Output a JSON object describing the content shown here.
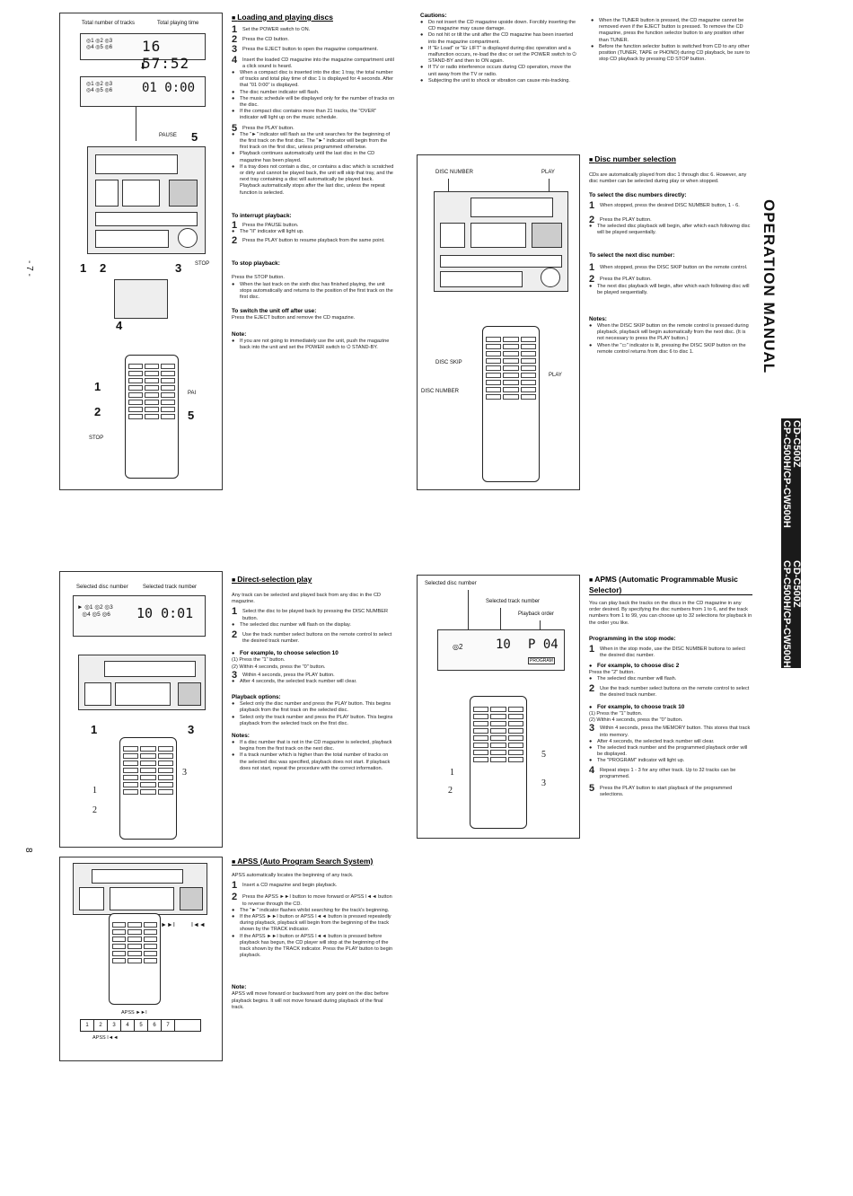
{
  "page_numbers": {
    "top": "- 7 -",
    "bottom": "8"
  },
  "side": {
    "operation_manual": "OPERATION MANUAL",
    "model_top": "CD-C500Z\nCP-C500H/CP-CW500H",
    "model_bottom": "CD-C500Z\nCP-C500H/CP-CW500H"
  },
  "fig1": {
    "total_tracks": "Total number of tracks",
    "total_time": "Total playing time",
    "pause": "PAUSE",
    "five": "5",
    "one": "1",
    "two": "2",
    "three": "3",
    "four": "4",
    "stop": "STOP",
    "r1": "1",
    "r2": "2",
    "r5": "5",
    "rpa": "PAI",
    "rstop": "STOP",
    "lcd1": "16 57:52",
    "lcd2": "01 0:00"
  },
  "loading": {
    "title": "Loading and playing discs",
    "steps": [
      {
        "n": "1",
        "t": "Set the POWER switch to ON."
      },
      {
        "n": "2",
        "t": "Press the CD button."
      },
      {
        "n": "3",
        "t": "Press the EJECT button to open the magazine compartment."
      },
      {
        "n": "4",
        "t": "Insert the loaded CD magazine into the magazine compartment until a click sound is heard."
      }
    ],
    "bullets4": [
      "When a compact disc is inserted into the disc 1 tray, the total number of tracks and total play time of disc 1 is displayed for 4 seconds. After that \"01 0:00\" is displayed.",
      "The disc number indicator will flash.",
      "The music schedule will be displayed only for the number of tracks on the disc.",
      "If the compact disc contains more than 21 tracks, the \"OVER\" indicator will light up on the music schedule."
    ],
    "step5": {
      "n": "5",
      "t": "Press the PLAY button."
    },
    "bullets5": [
      "The \"►\" indicator will flash as the unit searches for the beginning of the first track on the first disc. The \"►\" indicator will begin from the first track on the first disc, unless programmed otherwise.",
      "Playback continues automatically until the last disc in the CD magazine has been played.",
      "If a tray does not contain a disc, or contains a disc which is scratched or dirty and cannot be played back, the unit will skip that tray, and the next tray containing a disc will automatically be played back. Playback automatically stops after the last disc, unless the repeat function is selected."
    ],
    "interrupt": {
      "title": "To interrupt playback:",
      "s1": "1",
      "t1": "Press the PAUSE button.",
      "b1": "The \"II\" indicator will light up.",
      "s2": "2",
      "t2": "Press the PLAY button to resume playback from the same point."
    },
    "stop": {
      "title": "To stop playback:",
      "t": "Press the STOP button.",
      "b": "When the last track on the sixth disc has finished playing, the unit stops automatically and returns to the position of the first track on the first disc."
    },
    "switchoff": {
      "title": "To switch the unit off after use:",
      "t": "Press the EJECT button and remove the CD magazine."
    },
    "note": {
      "title": "Note:",
      "b": "If you are not going to immediately use the unit, push the magazine back into the unit and set the POWER switch to ⏻ STAND-BY."
    }
  },
  "cautions": {
    "title": "Cautions:",
    "items": [
      "Do not insert the CD magazine upside down. Forcibly inserting the CD magazine may cause damage.",
      "Do not hit or tilt the unit after the CD magazine has been inserted into the magazine compartment.",
      "If \"Er Load\" or \"Er LIFT\" is displayed during disc operation and a malfunction occurs, re-load the disc or set the POWER switch to ⏻ STAND-BY and then to ON again.",
      "If TV or radio interference occurs during CD operation, move the unit away from the TV or radio.",
      "Subjecting the unit to shock or vibration can cause mis-tracking."
    ],
    "right": [
      "When the TUNER button is pressed, the CD magazine cannot be removed even if the EJECT button is pressed. To remove the CD magazine, press the function selector button to any position other than TUNER.",
      "Before the function selector button is switched from CD to any other position (TUNER, TAPE or PHONO) during CD playback, be sure to stop CD playback by pressing CD STOP button."
    ]
  },
  "fig2": {
    "disc_number": "DISC NUMBER",
    "play": "PLAY",
    "disc_skip": "DISC SKIP",
    "play2": "PLAY",
    "disc_number2": "DISC NUMBER"
  },
  "discsel": {
    "title": "Disc number selection",
    "intro": "CDs are automatically played from disc 1 through disc 6. However, any disc number can be selected during play or when stopped.",
    "direct": {
      "title": "To select the disc numbers directly:",
      "s1": "1",
      "t1": "When stopped, press the desired DISC NUMBER button, 1 - 6.",
      "s2": "2",
      "t2": "Press the PLAY button.",
      "b": "The selected disc playback will begin, after which each following disc will be played sequentially."
    },
    "next": {
      "title": "To select the next disc number:",
      "s1": "1",
      "t1": "When stopped, press the DISC SKIP button on the remote control.",
      "s2": "2",
      "t2": "Press the PLAY button.",
      "b": "The next disc playback will begin, after which each following disc will be played sequentially."
    },
    "notes": {
      "title": "Notes:",
      "items": [
        "When the DISC SKIP button on the remote control is pressed during playback, playback will begin automatically from the next disc. (It is not necessary to press the PLAY button.)",
        "When the \"▭\" indicator is lit, pressing the DISC SKIP button on the remote control returns from disc 6 to disc 1."
      ]
    }
  },
  "fig3": {
    "sel_disc": "Selected disc number",
    "sel_track": "Selected track number",
    "one": "1",
    "three": "3",
    "r1": "1",
    "r2": "2",
    "r3": "3",
    "lcd": "10 0:01"
  },
  "directsel": {
    "title": "Direct-selection play",
    "intro": "Any track can be selected and played back from any disc in the CD magazine.",
    "s1": "1",
    "t1": "Select the disc to be played back by pressing the DISC NUMBER button.",
    "b1": "The selected disc number will flash on the display.",
    "s2": "2",
    "t2": "Use the track number select buttons on the remote control to select the desired track number.",
    "example": "For example, to choose selection 10",
    "ex1": "(1) Press the \"1\" button.",
    "ex2": "(2) Within 4 seconds, press the \"0\" button.",
    "s3": "3",
    "t3": "Within 4 seconds, press the PLAY button.",
    "b3": "After 4 seconds, the selected track number will clear.",
    "options": {
      "title": "Playback options:",
      "items": [
        "Select only the disc number and press the PLAY button. This begins playback from the first track on the selected disc.",
        "Select only the track number and press the PLAY button. This begins playback from the selected track on the first disc."
      ]
    },
    "notes": {
      "title": "Notes:",
      "items": [
        "If a disc number that is not in the CD magazine is selected, playback begins from the first track on the next disc.",
        "If a track number which is higher than the total number of tracks on the selected disc was specified, playback does not start. If playback does not start, repeat the procedure with the correct information."
      ]
    }
  },
  "fig4": {
    "sel_disc": "Selected disc number",
    "sel_track": "Selected track number",
    "pb_order": "Playback order",
    "lcd1": "10",
    "lcd2": "P 04",
    "program": "PROGRAM",
    "r1": "1",
    "r2": "2",
    "r3": "3",
    "r5": "5"
  },
  "apms": {
    "title": "APMS (Automatic Programmable Music Selector)",
    "intro": "You can play back the tracks on the discs in the CD magazine in any order desired. By specifying the disc numbers from 1 to 6, and the track numbers from 1 to 99, you can choose up to 32 selections for playback in the order you like.",
    "prog": "Programming in the stop mode:",
    "s1": "1",
    "t1": "When in the stop mode, use the DISC NUMBER buttons to select the desired disc number.",
    "ex_disc": "For example, to choose disc 2",
    "ex_disc1": "Press the \"2\" button.",
    "b1": "The selected disc number will flash.",
    "s2": "2",
    "t2": "Use the track number select buttons on the remote control to select the desired track number.",
    "ex_track": "For example, to choose track 10",
    "ex_t1": "(1) Press the \"1\" button.",
    "ex_t2": "(2) Within 4 seconds, press the \"0\" button.",
    "s3": "3",
    "t3": "Within 4 seconds, press the MEMORY button. This stores that track into memory.",
    "b3a": "After 4 seconds, the selected track number will clear.",
    "b3b": "The selected track number and the programmed playback order will be displayed.",
    "b3c": "The \"PROGRAM\" indicator will light up.",
    "s4": "4",
    "t4": "Repeat steps 1 - 3 for any other track. Up to 32 tracks can be programmed.",
    "s5": "5",
    "t5": "Press the PLAY button to start playback of the programmed selections."
  },
  "fig5": {
    "ff": "►►I",
    "rew": "I◄◄",
    "apss_r": "APSS ►►I",
    "apss_l": "APSS I◄◄",
    "tracks": [
      "1",
      "2",
      "3",
      "4",
      "5",
      "6",
      "7"
    ]
  },
  "apss": {
    "title": "APSS (Auto Program Search System)",
    "intro": "APSS automatically locates the beginning of any track.",
    "s1": "1",
    "t1": "Insert a CD magazine and begin playback.",
    "s2": "2",
    "t2": "Press the APSS ►►I button to move forward or APSS I◄◄ button to reverse through the CD.",
    "items": [
      "The \"►\" indicator flashes whilst searching for the track's beginning.",
      "If the APSS ►►I button or APSS I◄◄ button is pressed repeatedly during playback, playback will begin from the beginning of the track shown by the TRACK indicator.",
      "If the APSS ►►I button or APSS I◄◄ button is pressed before playback has begun, the CD player will stop at the beginning of the track shown by the TRACK indicator. Press the PLAY button to begin playback."
    ],
    "note_title": "Note:",
    "note": "APSS will move forward or backward from any point on the disc before playback begins. It will not move forward during playback of the final track."
  }
}
